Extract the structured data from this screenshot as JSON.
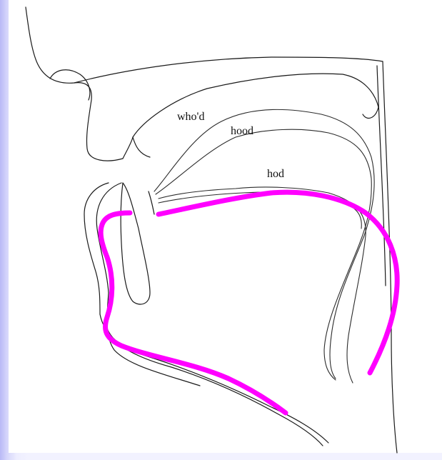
{
  "labels": {
    "whod": "who'd",
    "hood": "hood",
    "hod": "hod"
  },
  "colors": {
    "highlight": "#ff00ff",
    "outline": "#1a1a1a",
    "background_edge": "#b9b9f6"
  }
}
